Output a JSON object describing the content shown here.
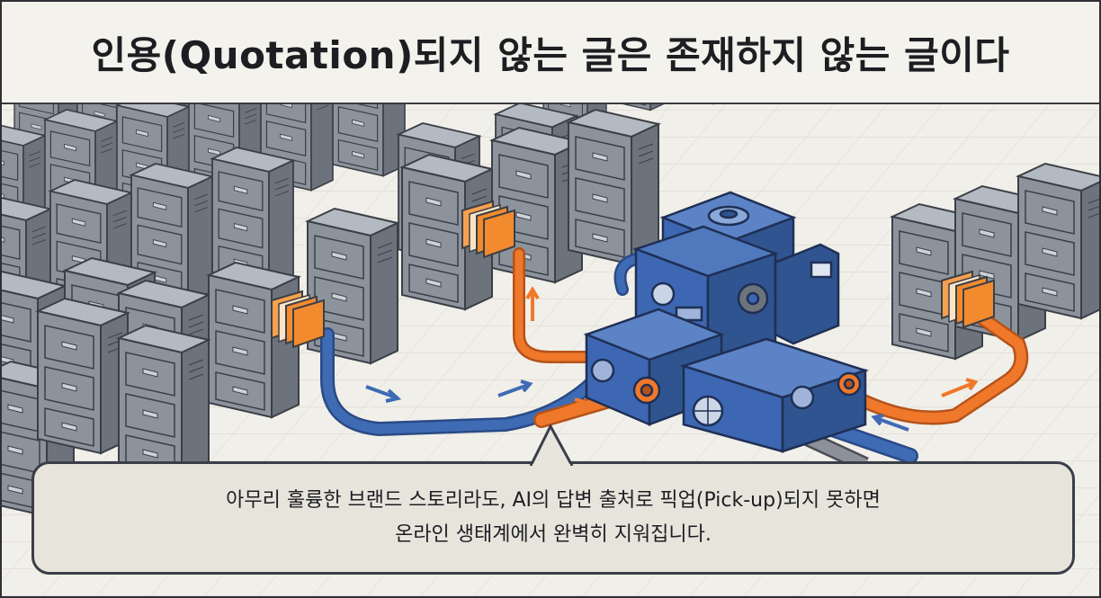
{
  "title": "인용(Quotation)되지 않는 글은 존재하지 않는 글이다",
  "caption": {
    "line1": "아무리 훌륭한 브랜드 스토리라도, AI의 답변 출처로 픽업(Pick-up)되지 못하면",
    "line2": "온라인 생태계에서 완벽히 지워집니다."
  },
  "colors": {
    "background": "#f1efe9",
    "cabinet": "#8c939c",
    "machine": "#3d67b2",
    "blue_pipe": "#3f6bb5",
    "orange_pipe": "#f0782a",
    "folder": "#f28b2e"
  },
  "icons": [
    "filing-cabinet-icon",
    "folder-icon",
    "machine-icon",
    "gear-icon",
    "globe-icon",
    "arrow-icon"
  ]
}
